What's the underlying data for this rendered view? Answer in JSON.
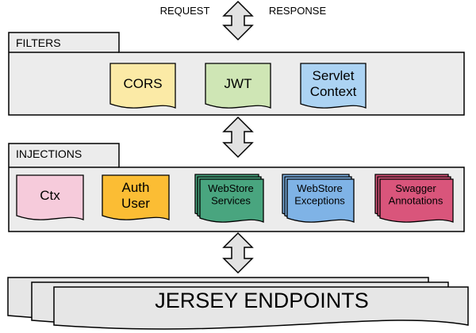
{
  "top": {
    "request_label": "REQUEST",
    "response_label": "RESPONSE"
  },
  "filters": {
    "tab_label": "FILTERS",
    "docs": [
      {
        "lines": [
          "CORS"
        ],
        "fill": "#fbeaa6"
      },
      {
        "lines": [
          "JWT"
        ],
        "fill": "#cfe6b5"
      },
      {
        "lines": [
          "Servlet",
          "Context"
        ],
        "fill": "#acd3f3"
      }
    ]
  },
  "injections": {
    "tab_label": "INJECTIONS",
    "docs": [
      {
        "lines": [
          "Ctx"
        ],
        "fill": "#f6cbdb",
        "stack": false
      },
      {
        "lines": [
          "Auth",
          "User"
        ],
        "fill": "#fbbd34",
        "stack": false
      },
      {
        "lines": [
          "WebStore",
          "Services"
        ],
        "fill": "#49a57f",
        "stack": true
      },
      {
        "lines": [
          "WebStore",
          "Exceptions"
        ],
        "fill": "#7fb3e6",
        "stack": true
      },
      {
        "lines": [
          "Swagger",
          "Annotations"
        ],
        "fill": "#d9557b",
        "stack": true
      }
    ]
  },
  "endpoints": {
    "label": "JERSEY ENDPOINTS"
  },
  "colors": {
    "panel": "#ececec",
    "arrow": "#e2e2e2",
    "stroke": "#000000"
  }
}
